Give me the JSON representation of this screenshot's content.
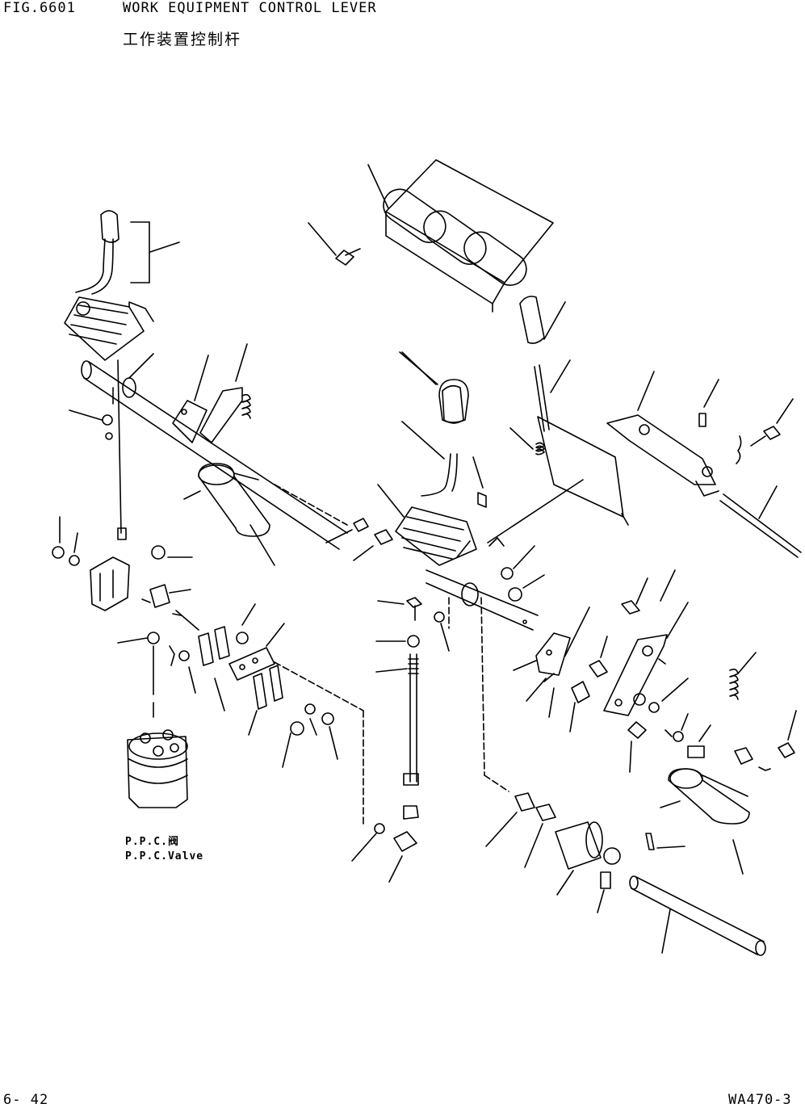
{
  "header": {
    "fig_code": "FIG.6601",
    "title": "WORK EQUIPMENT CONTROL LEVER",
    "title_cn": "工作装置控制杆"
  },
  "labels": {
    "ppc_cn": "P.P.C.阀",
    "ppc_en": "P.P.C.Valve"
  },
  "footer": {
    "page": "6- 42",
    "model": "WA470-3"
  }
}
